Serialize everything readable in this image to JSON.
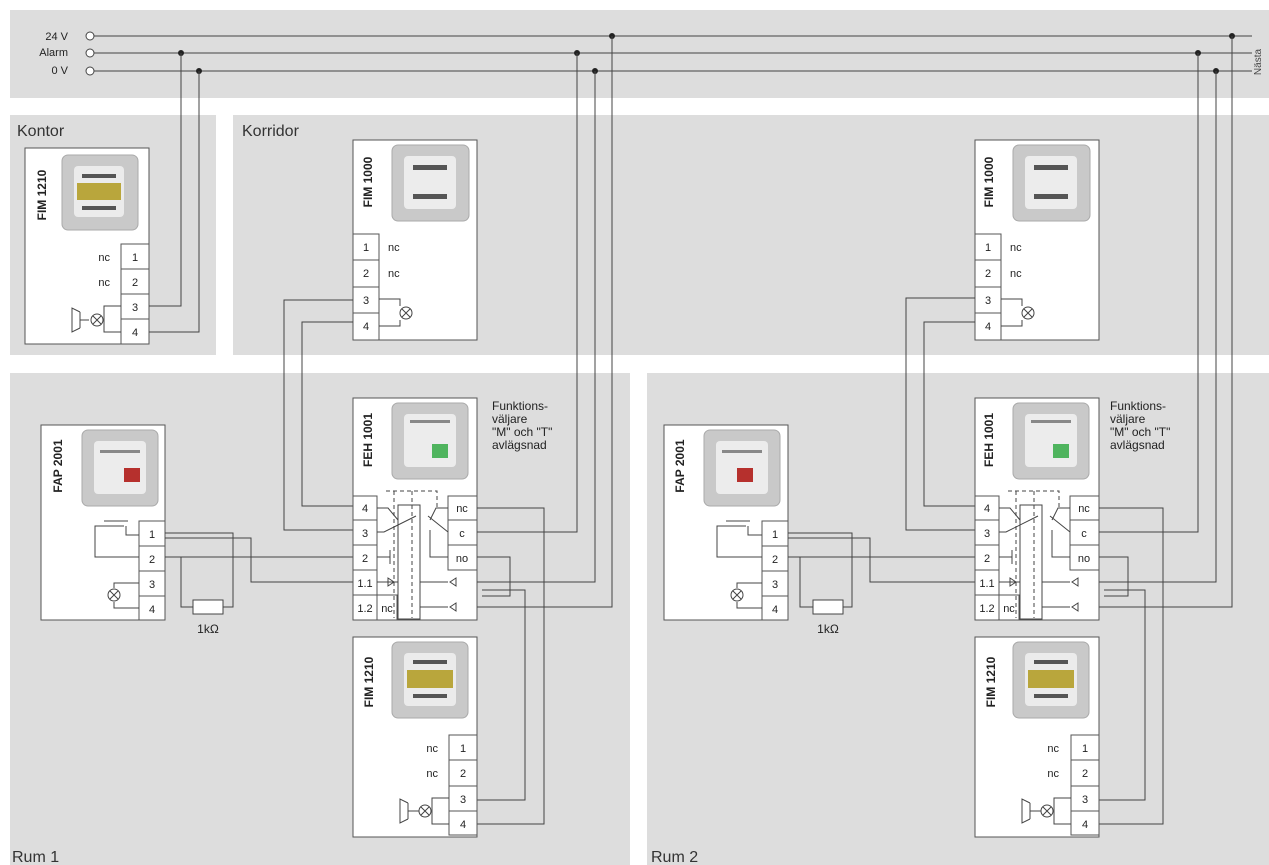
{
  "bus": {
    "labels": [
      "24 V",
      "Alarm",
      "0 V"
    ],
    "next": "Nästa"
  },
  "zones": {
    "kontor": "Kontor",
    "korridor": "Korridor",
    "rum1": "Rum 1",
    "rum2": "Rum 2"
  },
  "devices": {
    "fim1210": "FIM 1210",
    "fim1000": "FIM 1000",
    "feh1001": "FEH 1001",
    "fap2001": "FAP 2001"
  },
  "note": {
    "line1": "Funktions-",
    "line2": "väljare",
    "line3": "\"M\" och \"T\"",
    "line4": "avlägsnad"
  },
  "resistor": "1kΩ",
  "terms": {
    "t1": "1",
    "t2": "2",
    "t3": "3",
    "t4": "4",
    "nc": "nc",
    "c": "c",
    "no": "no",
    "t11": "1.1",
    "t12": "1.2"
  }
}
